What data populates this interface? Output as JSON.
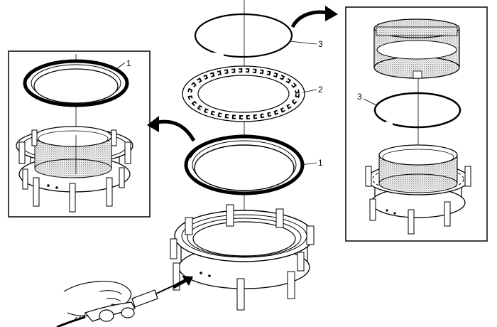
{
  "callouts": {
    "left_panel_piston": "1",
    "center_snap_ring": "3",
    "center_spring": "2",
    "center_piston": "1",
    "right_panel_snap_ring": "3"
  },
  "colors": {
    "line": "#000000",
    "background": "#ffffff",
    "hatch": "#9a9a9a"
  },
  "icons": {
    "arrow_left": "curved-arrow-left-icon",
    "arrow_right": "curved-arrow-right-icon",
    "arrow_air": "arrow-air-icon"
  }
}
